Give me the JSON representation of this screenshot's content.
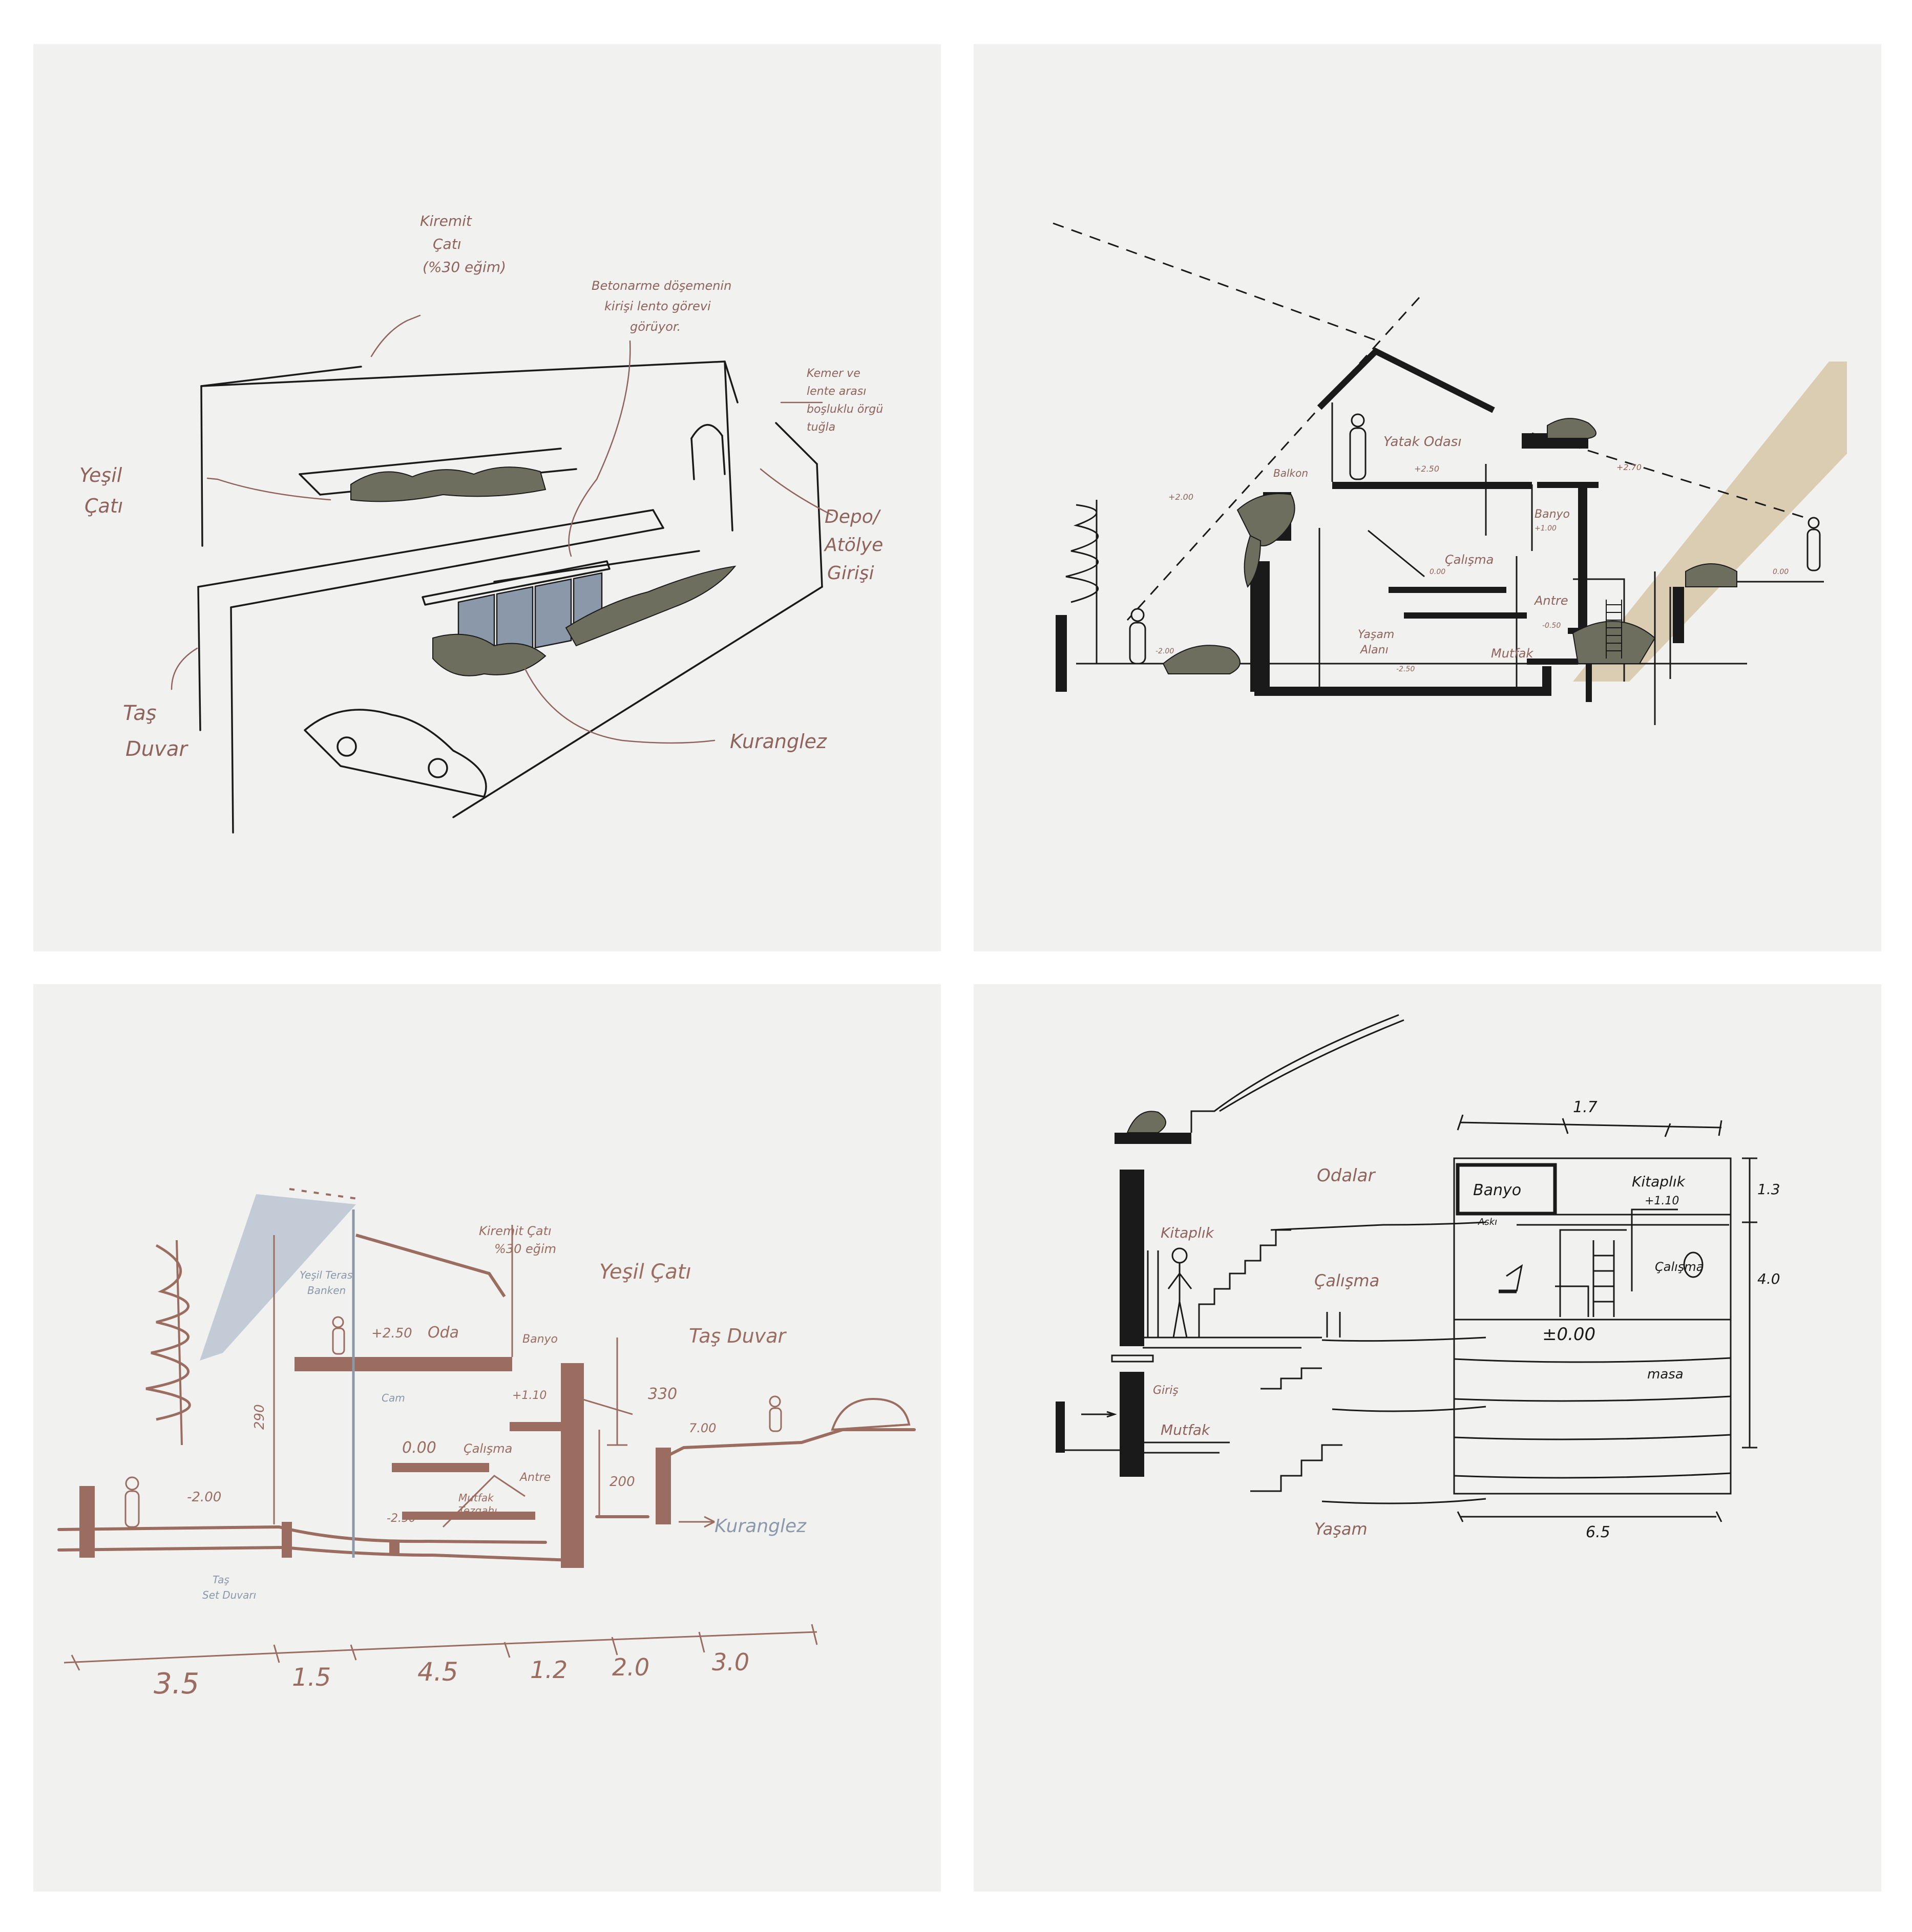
{
  "colors": {
    "background": "#ffffff",
    "paper": "#f1f1ef",
    "ink": "#1a1a1a",
    "annotation": "#8f635c",
    "section_brown": "#9b6c60",
    "glass_blue": "#8a98aa",
    "sky_blue": "#c3ccd6",
    "vegetation": "#6d6e5e",
    "sun_band": "#dbcdb2"
  },
  "panel1": {
    "kiremit": [
      "Kiremit",
      "Çatı",
      "(%30 eğim)"
    ],
    "betonarme": [
      "Betonarme döşemenin",
      "kirişi lento görevi",
      "görüyor."
    ],
    "kemer": [
      "Kemer ve",
      "lente arası",
      "boşluklu örgü",
      "tuğla"
    ],
    "yesil": [
      "Yeşil",
      "Çatı"
    ],
    "depo": [
      "Depo/",
      "Atölye",
      "Girişi"
    ],
    "tas": [
      "Taş",
      "Duvar"
    ],
    "kurangle": "Kuranglez"
  },
  "panel2": {
    "yatak": "Yatak Odası",
    "balkon": "Balkon",
    "banyo": "Banyo",
    "calisma": "Çalışma",
    "antre": "Antre",
    "yasam": [
      "Yaşam",
      "Alanı"
    ],
    "mutfak": "Mutfak",
    "lv_p200": "+2.00",
    "lv_p250": "+2.50",
    "lv_p270": "+2.70",
    "lv_p100": "+1.00",
    "lv_000a": "0.00",
    "lv_000b": "0.00",
    "lv_m050": "-0.50",
    "lv_m200": "-2.00",
    "lv_m250": "-2.50"
  },
  "panel3": {
    "kiremit": [
      "Kiremit Çatı",
      "%30 eğim"
    ],
    "yesil_teras": [
      "Yeşil Teras",
      "Banken"
    ],
    "yesil_cati": "Yeşil Çatı",
    "tas_duvar": "Taş Duvar",
    "oda_lv": "+2.50",
    "oda": "Oda",
    "banyo": "Banyo",
    "banyo_lv": "+1.10",
    "cam": "Cam",
    "calisma_lv": "0.00",
    "calisma": "Çalışma",
    "antre": "Antre",
    "mutfak": [
      "Mutfak",
      "Tezgahı"
    ],
    "lv_m250": "-2.50",
    "lv_m200": "-2.00",
    "lv_700": "7.00",
    "dim_290": "290",
    "dim_330": "330",
    "dim_200": "200",
    "kurangle": "Kuranglez",
    "tas_set": [
      "Taş",
      "Set Duvarı"
    ],
    "dims": [
      "3.5",
      "1.5",
      "4.5",
      "1.2",
      "2.0",
      "3.0"
    ]
  },
  "panel4": {
    "odalar": "Odalar",
    "kitaplik": "Kitaplık",
    "calisma": "Çalışma",
    "giris": "Giriş",
    "mutfak": "Mutfak",
    "yasam": "Yaşam",
    "dim_top": "1.7",
    "dim_13": "1.3",
    "dim_40": "4.0",
    "dim_bottom": "6.5",
    "banyo": "Banyo",
    "kitaplik2": "Kitaplık",
    "lv_110": "+1.10",
    "askı": "Askı",
    "calisma2": "Çalışma",
    "lv_000": "±0.00",
    "masa": "masa"
  }
}
